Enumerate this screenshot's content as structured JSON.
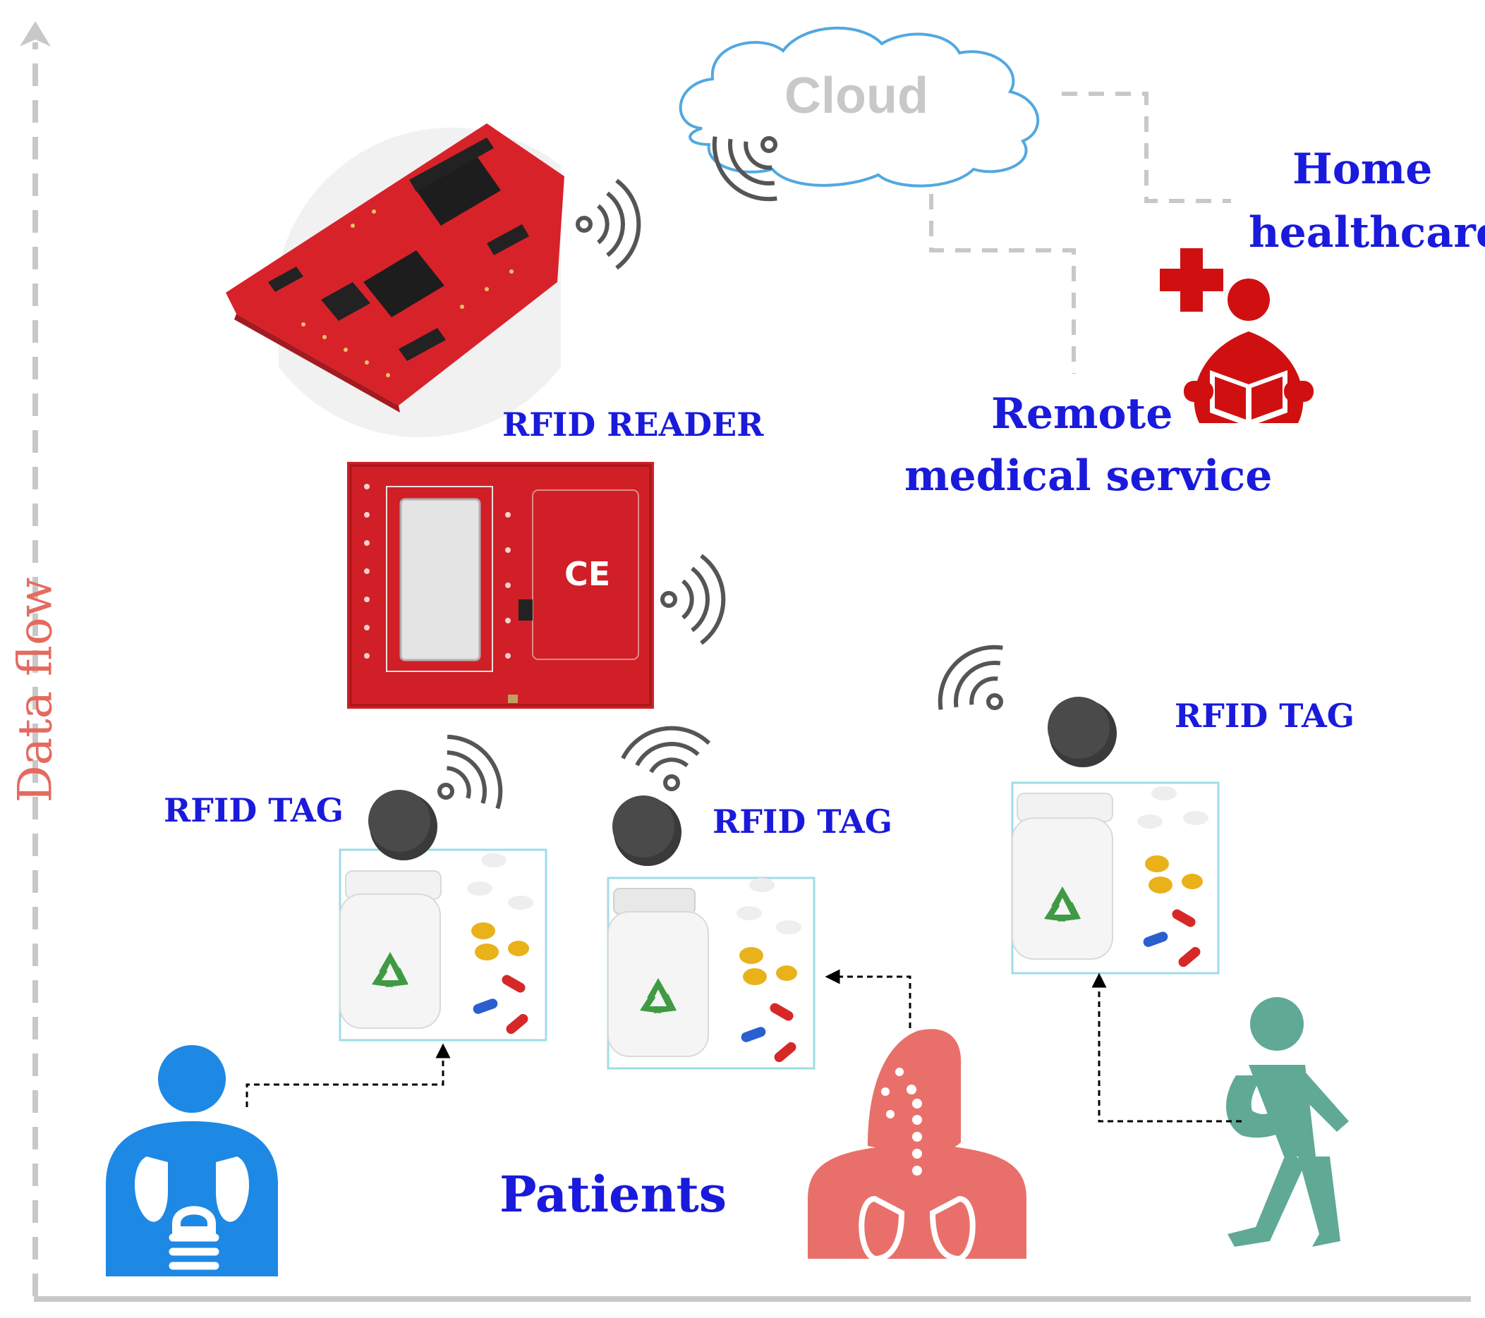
{
  "diagram": {
    "axis_label": "Data flow",
    "cloud": "Cloud",
    "home_healthcare": [
      "Home",
      "healthcare"
    ],
    "remote_service": [
      "Remote",
      "medical service"
    ],
    "rfid_reader": "RFID READER",
    "rfid_tag": "RFID TAG",
    "patients": "Patients"
  },
  "colors": {
    "label_blue": "#1a1adc",
    "axis_label": "#e56a5f",
    "board_red": "#d8222a",
    "patient_blue": "#1e88e5",
    "patient_coral": "#e9706a",
    "patient_green": "#5fa995",
    "cloud_outline": "#52a8e0",
    "dashed_line": "#c8c8c8"
  },
  "icons": [
    "wifi-icon",
    "recycle-icon",
    "medical-cross-icon",
    "person-icon"
  ]
}
